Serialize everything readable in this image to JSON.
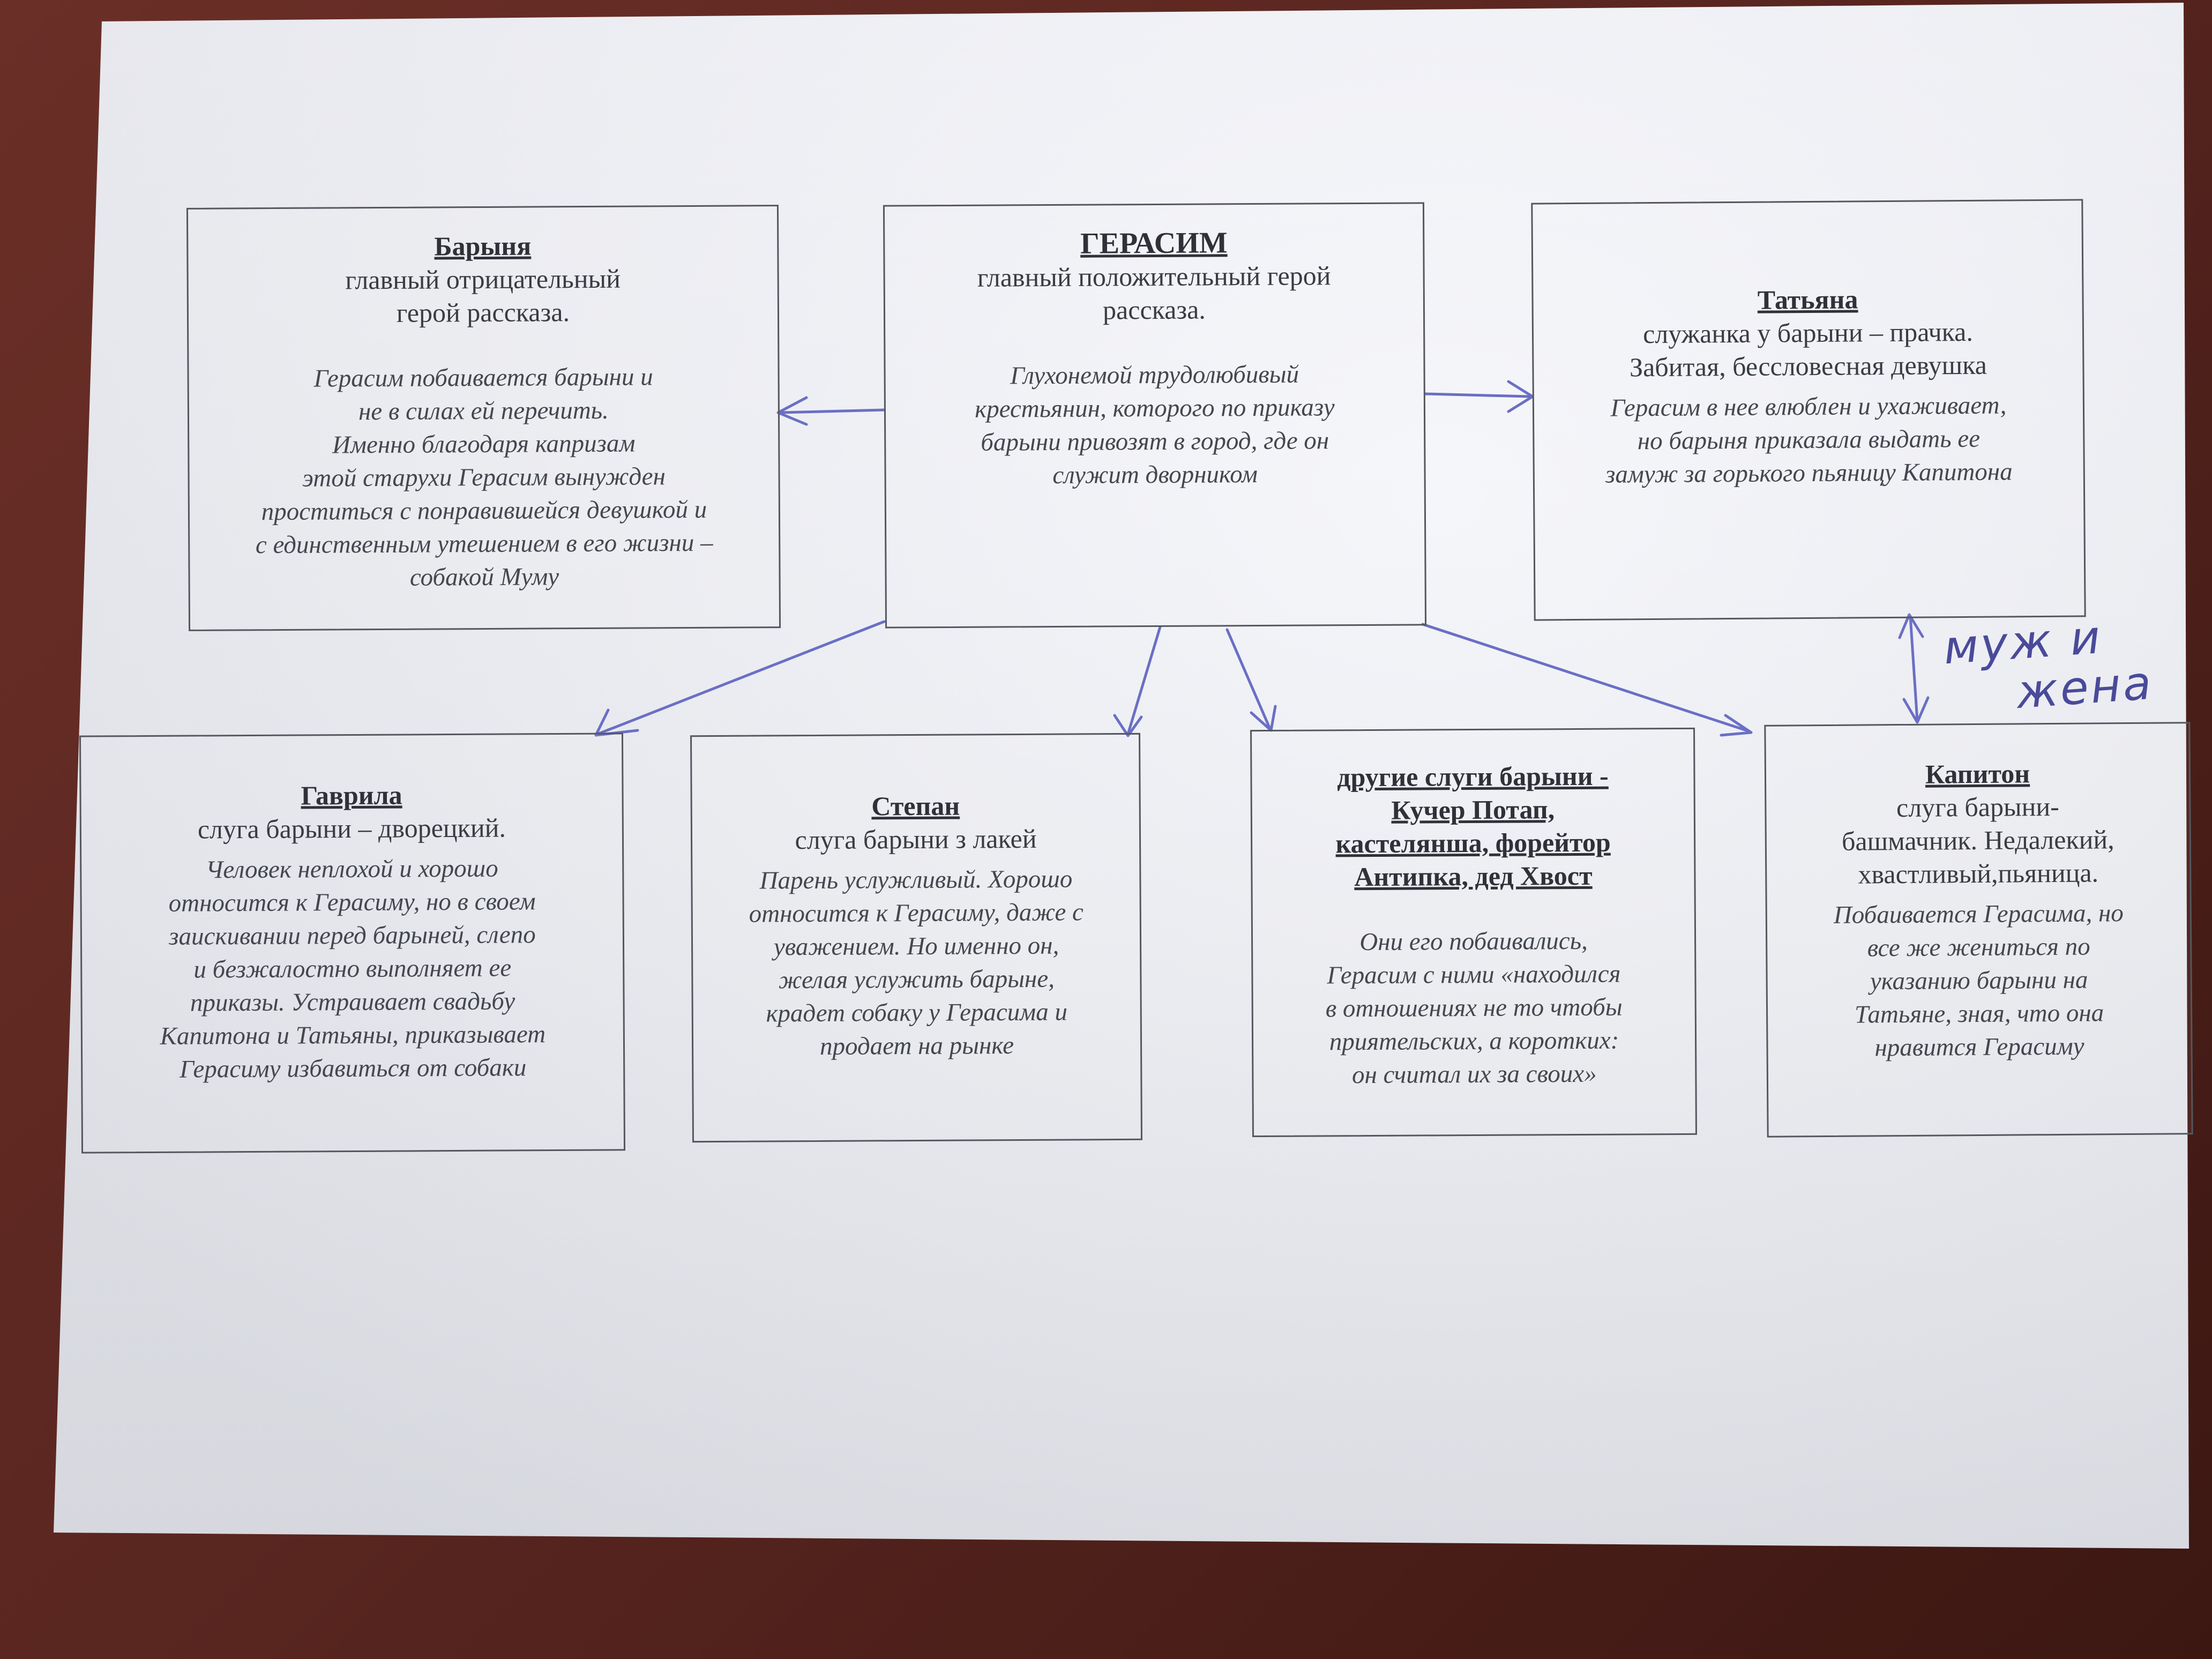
{
  "diagram": {
    "center": {
      "name": "ГЕРАСИМ",
      "role": "главный положительный герой\nрассказа.",
      "desc": "Глухонемой трудолюбивый\nкрестьянин, которого по приказу\nбарыни привозят в город, где он\nслужит дворником"
    },
    "barynya": {
      "name": "Барыня",
      "role": "главный отрицательный\nгерой рассказа.",
      "desc": "Герасим побаивается барыни и\nне в силах ей перечить.\nИменно благодаря капризам\nэтой старухи Герасим вынужден\nпроститься с понравившейся девушкой и\nс единственным утешением в его жизни –\nсобакой Муму"
    },
    "tatyana": {
      "name": "Татьяна",
      "role": "служанка у барыни – прачка.\nЗабитая, бессловесная девушка",
      "desc": "Герасим в нее влюблен и ухаживает,\nно барыня приказала выдать ее\nзамуж за горького пьяницу Капитона"
    },
    "gavrila": {
      "name": "Гаврила",
      "role": "слуга барыни – дворецкий.",
      "desc": "Человек неплохой и хорошо\nотносится к Герасиму, но в своем\nзаискивании перед барыней, слепо\nи безжалостно выполняет ее\nприказы. Устраивает свадьбу\nКапитона и Татьяны, приказывает\nГерасиму избавиться от собаки"
    },
    "stepan": {
      "name": "Степан",
      "role": "слуга барыни з лакей",
      "desc": "Парень услужливый. Хорошо\nотносится к Герасиму, даже с\nуважением. Но именно он,\nжелая услужить барыне,\nкрадет собаку у Герасима и\nпродает на рынке"
    },
    "others": {
      "name": "другие слуги барыни -\nКучер Потап,\nкастелянша, форейтор\nАнтипка, дед Хвост",
      "desc": "Они его побаивались,\nГерасим с ними «находился\nв отношениях не то чтобы\nприятельских, а коротких:\nон считал их за своих»"
    },
    "kapiton": {
      "name": "Капитон",
      "role": "слуга барыни-\nбашмачник. Недалекий,\nхвастливый,пьяница.",
      "desc": "Побаивается Герасима, но\nвсе же жениться по\nуказанию барыни на\nТатьяне, зная, что она\nнравится Герасиму"
    },
    "handwritten_note": {
      "line1": "муж и",
      "line2": "жена"
    }
  },
  "colors": {
    "ink": "#6b6fc4",
    "box_border": "#55575f",
    "text": "#3a3c44",
    "background": "#5a2620",
    "paper": "#eef0f5"
  }
}
